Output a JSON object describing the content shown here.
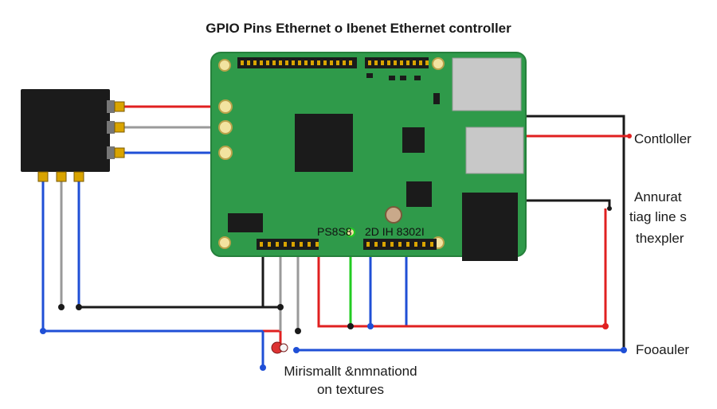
{
  "title": "GPIO Pins Ethernet o Ibenet  Ethernet controller",
  "labels": {
    "controller": "Contloller",
    "annotation": [
      "Annurat",
      "tiag line s",
      "thexpler"
    ],
    "footer_right": "Fooauler",
    "footer_bottom": [
      "Mirismallt &nmnationd",
      "on textures"
    ]
  },
  "board_marks": {
    "ps_label": "PS8S8",
    "code_label": "2D  IH 8302I"
  },
  "colors": {
    "board": "#2f9a4a",
    "board_edge": "#26803c",
    "wire_red": "#e02020",
    "wire_blue": "#1f4fd6",
    "wire_black": "#1a1a1a",
    "wire_gray": "#9a9a9a",
    "wire_green": "#22cc22",
    "module": "#1b1b1b",
    "connector_gray": "#c8c8c8"
  }
}
